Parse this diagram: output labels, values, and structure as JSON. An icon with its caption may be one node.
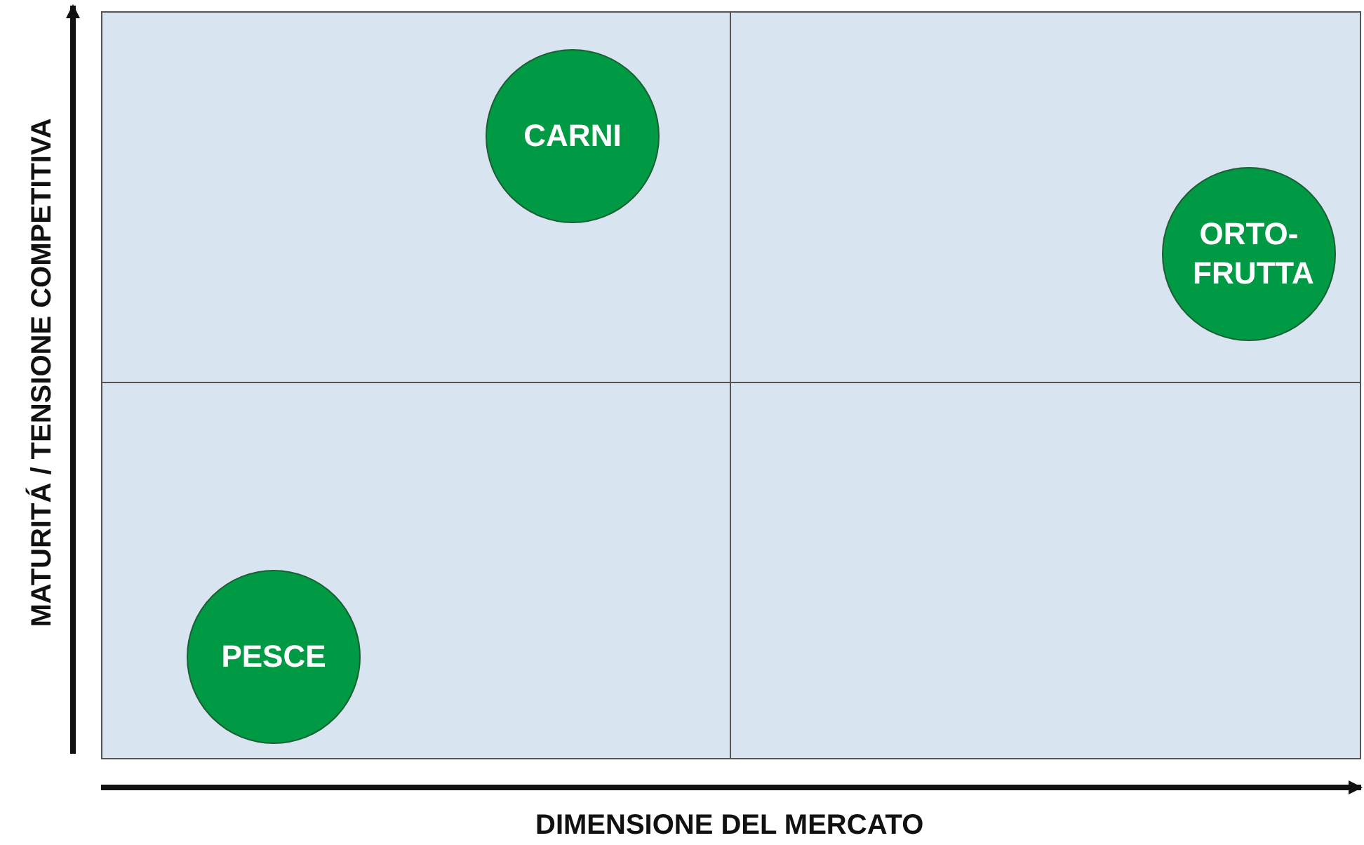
{
  "diagram": {
    "nodes": [
      {
        "text": [
          "CARNI"
        ]
      },
      {
        "text": [
          "ORTO- FRUTTA"
        ]
      },
      {
        "text": [
          "PESCE"
        ]
      }
    ],
    "labels": [
      "MATURITÁ / TENSIONE COMPETITIVA",
      "DIMENSIONE DEL MERCATO"
    ]
  }
}
